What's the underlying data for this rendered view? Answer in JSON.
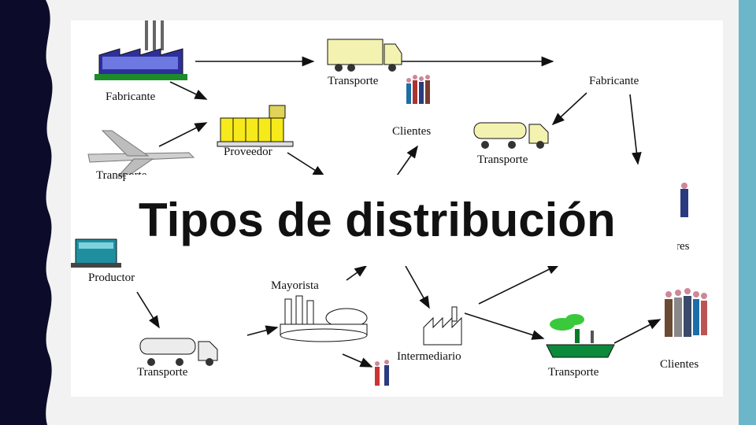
{
  "slide": {
    "title": "Tipos de distribución"
  },
  "diagram": {
    "labels": {
      "fabricante_1": "Fabricante",
      "transporte_truck_top": "Transporte",
      "fabricante_2": "Fabricante",
      "clientes_top": "Clientes",
      "proveedor": "Proveedor",
      "transporte_tanker_top": "Transporte",
      "transporte_plane": "Transporte",
      "consumidores_partial": "res",
      "productor": "Productor",
      "mayorista": "Mayorista",
      "intermediario": "Intermediario",
      "transporte_tanker_bottom": "Transporte",
      "transporte_ship": "Transporte",
      "clientes_bottom": "Clientes"
    }
  },
  "colors": {
    "accent_bar": "#6bb6c9",
    "dark_edge": "#0c0c2a"
  }
}
